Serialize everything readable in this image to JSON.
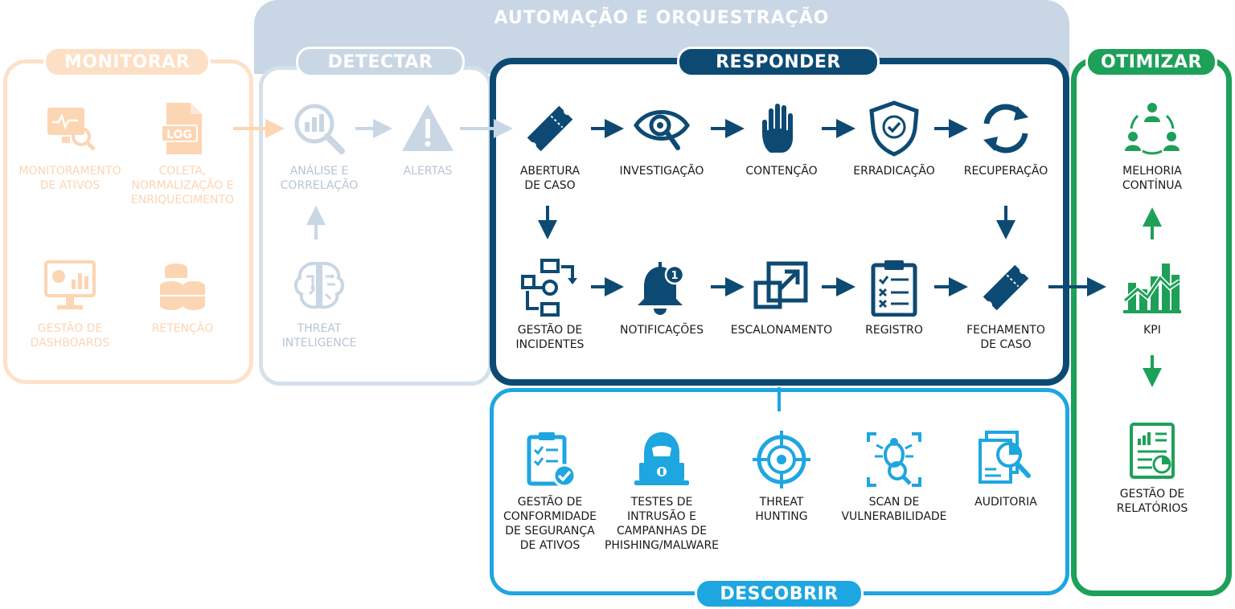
{
  "colors": {
    "monitorar": "#fddfc5",
    "detectar": "#c9d6e4",
    "responder": "#0d4a73",
    "descobrir": "#1ea6e0",
    "otimizar": "#1da058"
  },
  "band": {
    "title": "AUTOMAÇÃO E ORQUESTRAÇÃO"
  },
  "sections": {
    "monitorar": "MONITORAR",
    "detectar": "DETECTAR",
    "responder": "RESPONDER",
    "descobrir": "DESCOBRIR",
    "otimizar": "OTIMIZAR"
  },
  "nodes": {
    "monitoramento": {
      "label": "MONITORAMENTO\nDE ATIVOS",
      "icon": "monitor-search-icon"
    },
    "coleta": {
      "label": "COLETA,\nNORMALIZAÇÃO E\nENRIQUECIMENTO",
      "icon": "log-file-icon"
    },
    "dashboards": {
      "label": "GESTÃO DE\nDASHBOARDS",
      "icon": "dashboard-monitor-icon"
    },
    "retencao": {
      "label": "RETENÇÃO",
      "icon": "database-icon"
    },
    "analise": {
      "label": "ANÁLISE E\nCORRELAÇÃO",
      "icon": "chart-magnifier-icon"
    },
    "alertas": {
      "label": "ALERTAS",
      "icon": "warning-icon"
    },
    "threat_intel": {
      "label": "THREAT\nINTELIGENCE",
      "icon": "brain-circuit-icon"
    },
    "abertura": {
      "label": "ABERTURA\nDE CASO",
      "icon": "ticket-icon"
    },
    "investigacao": {
      "label": "INVESTIGAÇÃO",
      "icon": "eye-search-icon"
    },
    "contencao": {
      "label": "CONTENÇÃO",
      "icon": "hand-stop-icon"
    },
    "erradicacao": {
      "label": "ERRADICAÇÃO",
      "icon": "shield-check-icon"
    },
    "recuperacao": {
      "label": "RECUPERAÇÃO",
      "icon": "refresh-icon"
    },
    "incidentes": {
      "label": "GESTÃO DE\nINCIDENTES",
      "icon": "workflow-icon"
    },
    "notificacoes": {
      "label": "NOTIFICAÇÕES",
      "icon": "bell-icon",
      "badge": "1"
    },
    "escalonamento": {
      "label": "ESCALONAMENTO",
      "icon": "expand-arrow-icon"
    },
    "registro": {
      "label": "REGISTRO",
      "icon": "clipboard-checklist-icon"
    },
    "fechamento": {
      "label": "FECHAMENTO\nDE CASO",
      "icon": "ticket-icon"
    },
    "conformidade": {
      "label": "GESTÃO DE\nCONFORMIDADE\nDE SEGURANÇA\nDE ATIVOS",
      "icon": "compliance-clipboard-icon"
    },
    "testes": {
      "label": "TESTES DE\nINTRUSÃO E\nCAMPANHAS DE\nPHISHING/MALWARE",
      "icon": "hacker-laptop-icon"
    },
    "hunting": {
      "label": "THREAT\nHUNTING",
      "icon": "crosshair-icon"
    },
    "scan": {
      "label": "SCAN DE\nVULNERABILIDADE",
      "icon": "bug-scan-icon"
    },
    "auditoria": {
      "label": "AUDITORIA",
      "icon": "audit-report-icon"
    },
    "melhoria": {
      "label": "MELHORIA\nCONTÍNUA",
      "icon": "team-cycle-icon"
    },
    "kpi": {
      "label": "KPI",
      "icon": "kpi-chart-icon"
    },
    "relatorios": {
      "label": "GESTÃO DE\nRELATÓRIOS",
      "icon": "report-document-icon"
    }
  }
}
